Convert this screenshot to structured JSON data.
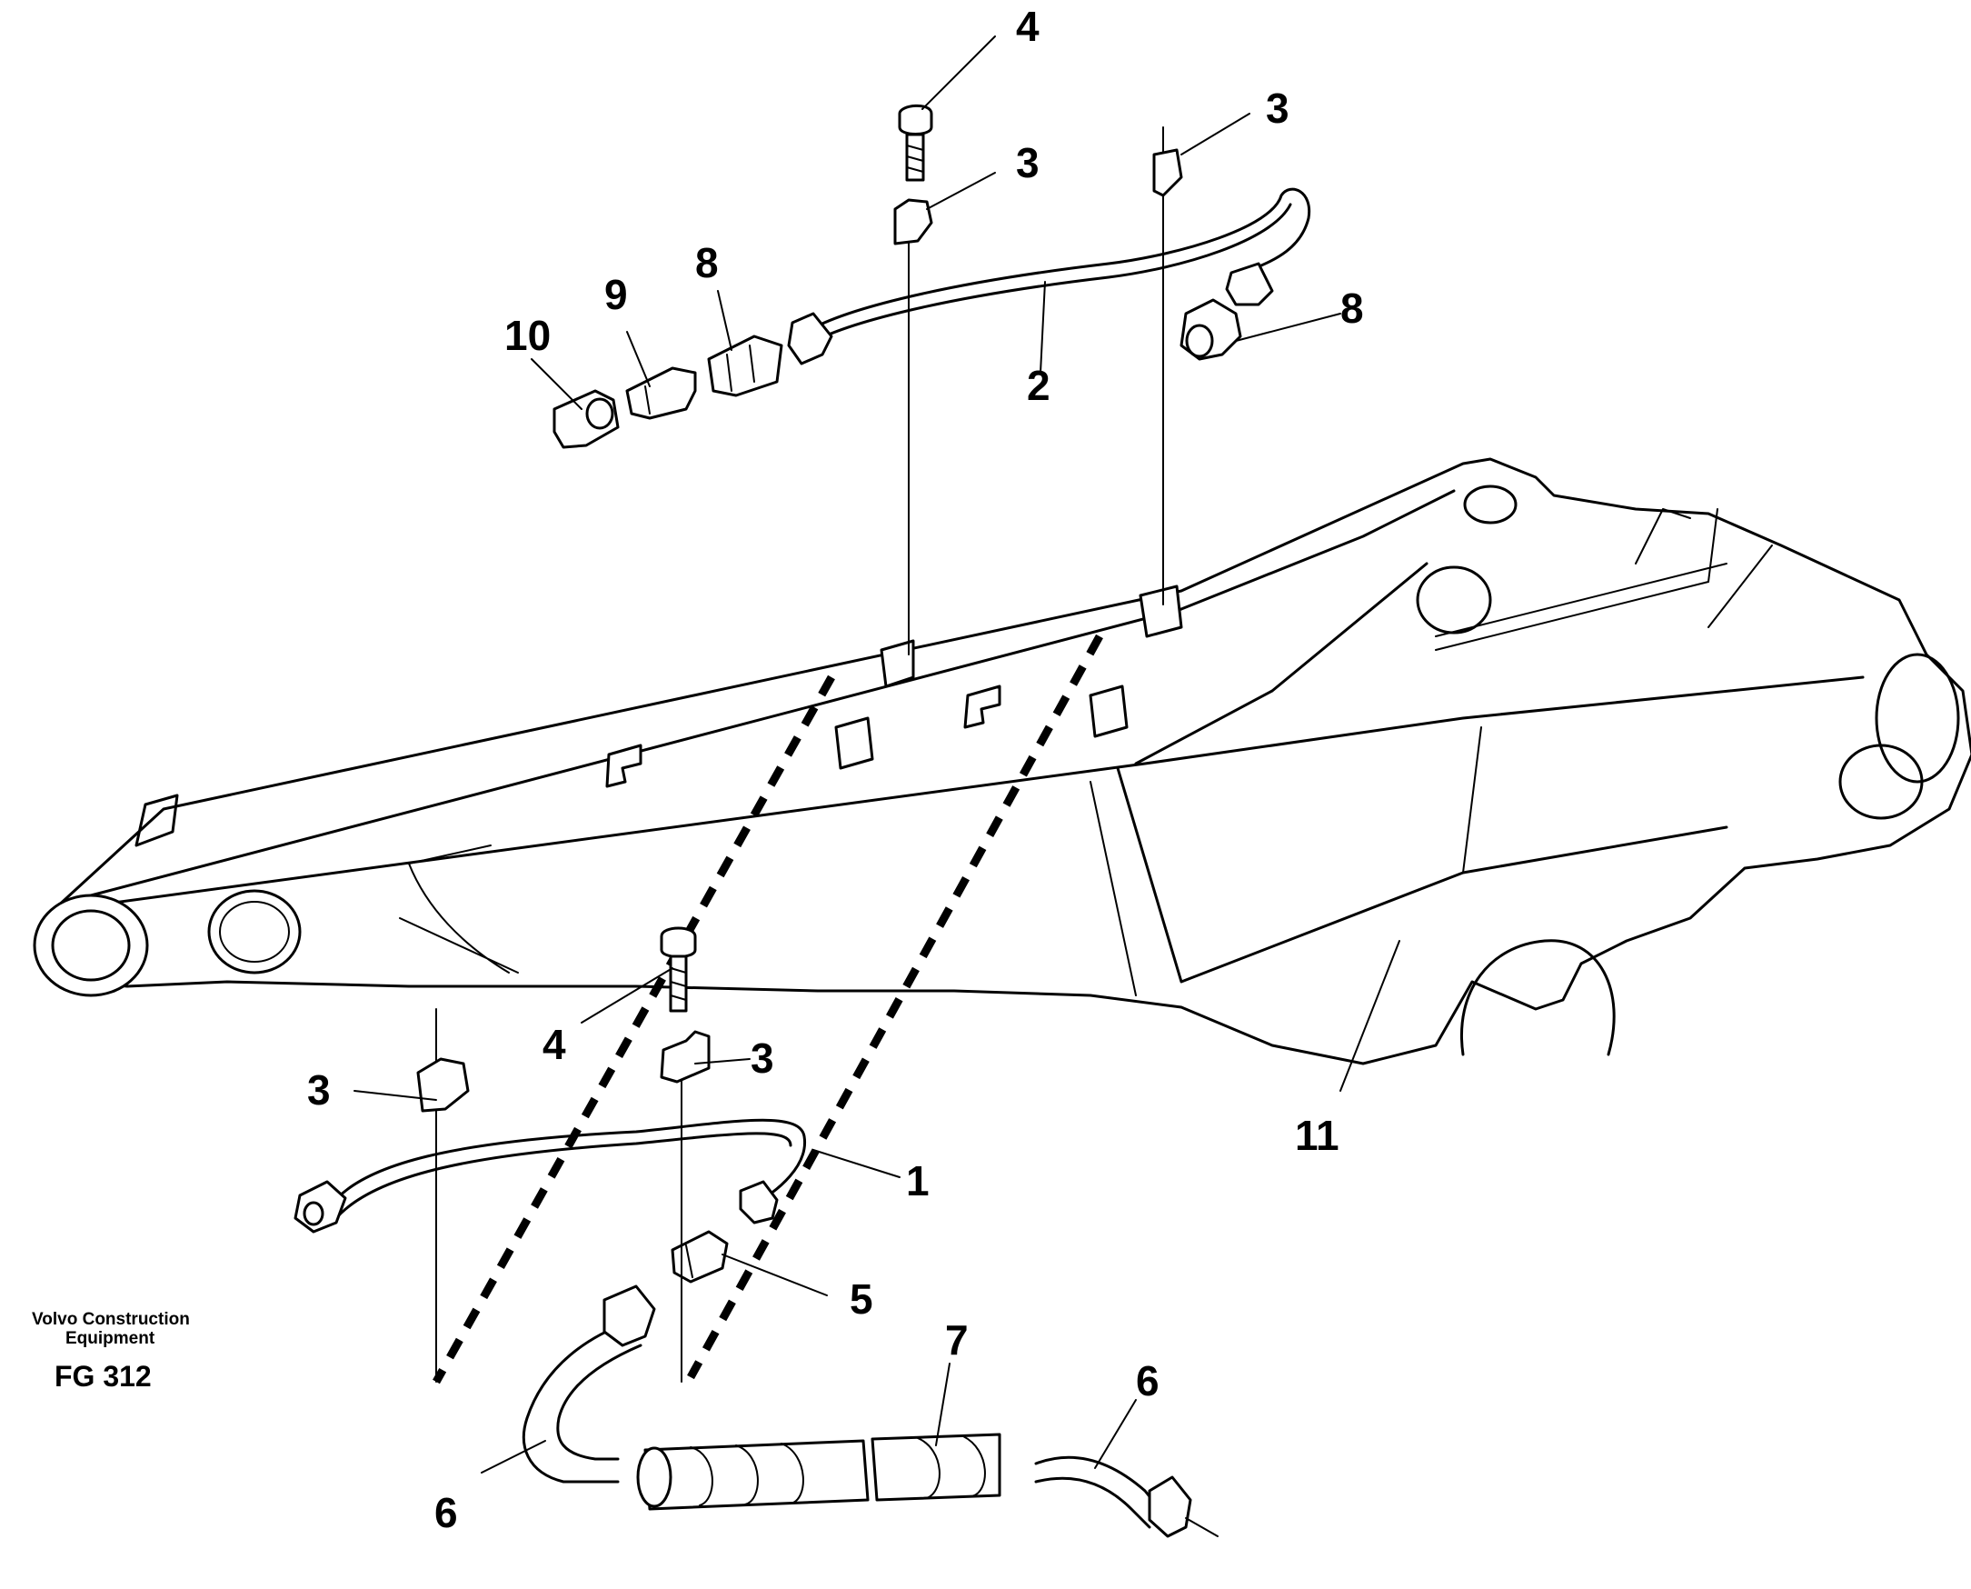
{
  "callouts": {
    "c1": "1",
    "c2": "2",
    "c3a": "3",
    "c3b": "3",
    "c3c": "3",
    "c3d": "3",
    "c4a": "4",
    "c4b": "4",
    "c5": "5",
    "c6a": "6",
    "c6b": "6",
    "c7": "7",
    "c8a": "8",
    "c8b": "8",
    "c9": "9",
    "c10": "10",
    "c11": "11"
  },
  "footer": {
    "company_line1": "Volvo Construction",
    "company_line2": "Equipment",
    "figure_code": "FG 312"
  }
}
